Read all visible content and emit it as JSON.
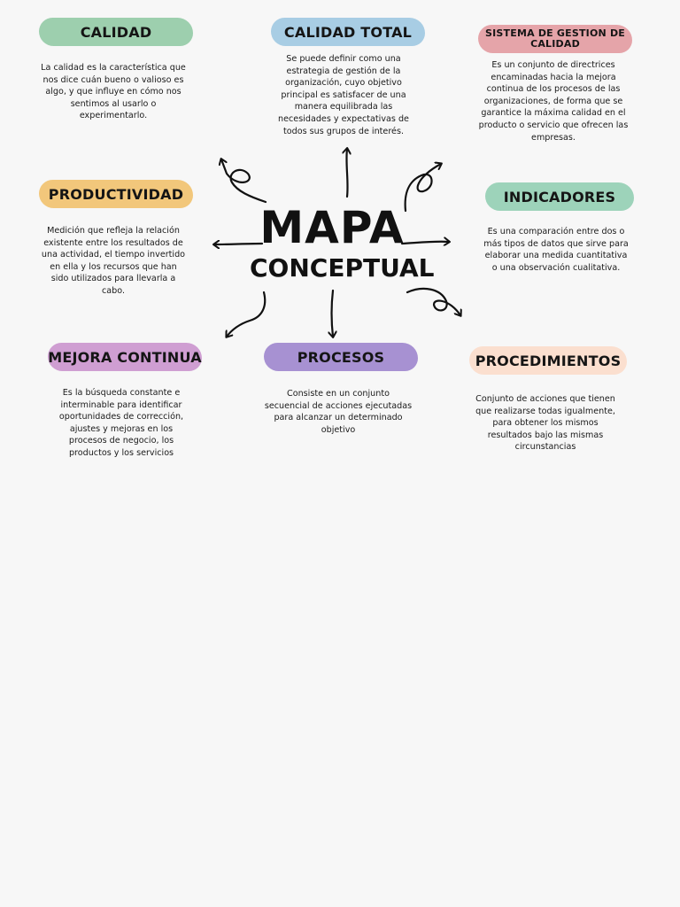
{
  "title": {
    "line1": "MAPA",
    "line2": "CONCEPTUAL"
  },
  "colors": {
    "green": "#9dcfae",
    "blue": "#a8cde4",
    "pink": "#e5a4a9",
    "yellow": "#f2c77b",
    "mint": "#9dd3ba",
    "lilac": "#cf9ed2",
    "purple": "#a791d2",
    "peach": "#fbdfcf"
  },
  "nodes": {
    "calidad": {
      "label": "CALIDAD",
      "text": "La calidad es la característica que nos dice cuán bueno o valioso es algo, y que influye en cómo nos sentimos al usarlo o experimentarlo."
    },
    "calidad_total": {
      "label": "CALIDAD TOTAL",
      "text": "Se puede definir como una estrategia de gestión de la organización, cuyo objetivo principal es satisfacer de una manera equilibrada las necesidades y expectativas de todos sus grupos de interés."
    },
    "sistema": {
      "label": "SISTEMA DE GESTION DE CALIDAD",
      "text": "Es un conjunto de directrices encaminadas hacia la mejora continua de los procesos de las organizaciones, de forma que se garantice la máxima calidad en el producto o servicio que ofrecen las empresas."
    },
    "productividad": {
      "label": "PRODUCTIVIDAD",
      "text": "Medición que refleja la relación existente entre los resultados de una actividad, el tiempo invertido en ella y los recursos que han sido utilizados para llevarla a cabo."
    },
    "indicadores": {
      "label": "INDICADORES",
      "text": "Es una comparación entre dos o más tipos de datos que sirve para elaborar una medida cuantitativa o una observación cualitativa."
    },
    "mejora": {
      "label": "MEJORA CONTINUA",
      "text": "Es la búsqueda constante e interminable para identificar oportunidades de corrección, ajustes y mejoras en los procesos de negocio, los productos y los servicios"
    },
    "procesos": {
      "label": "PROCESOS",
      "text": "Consiste en un conjunto secuencial de acciones ejecutadas para alcanzar un determinado objetivo"
    },
    "procedimientos": {
      "label": "PROCEDIMIENTOS",
      "text": "Conjunto de acciones que tienen que realizarse todas igualmente, para obtener los mismos resultados bajo las mismas circunstancias"
    }
  }
}
